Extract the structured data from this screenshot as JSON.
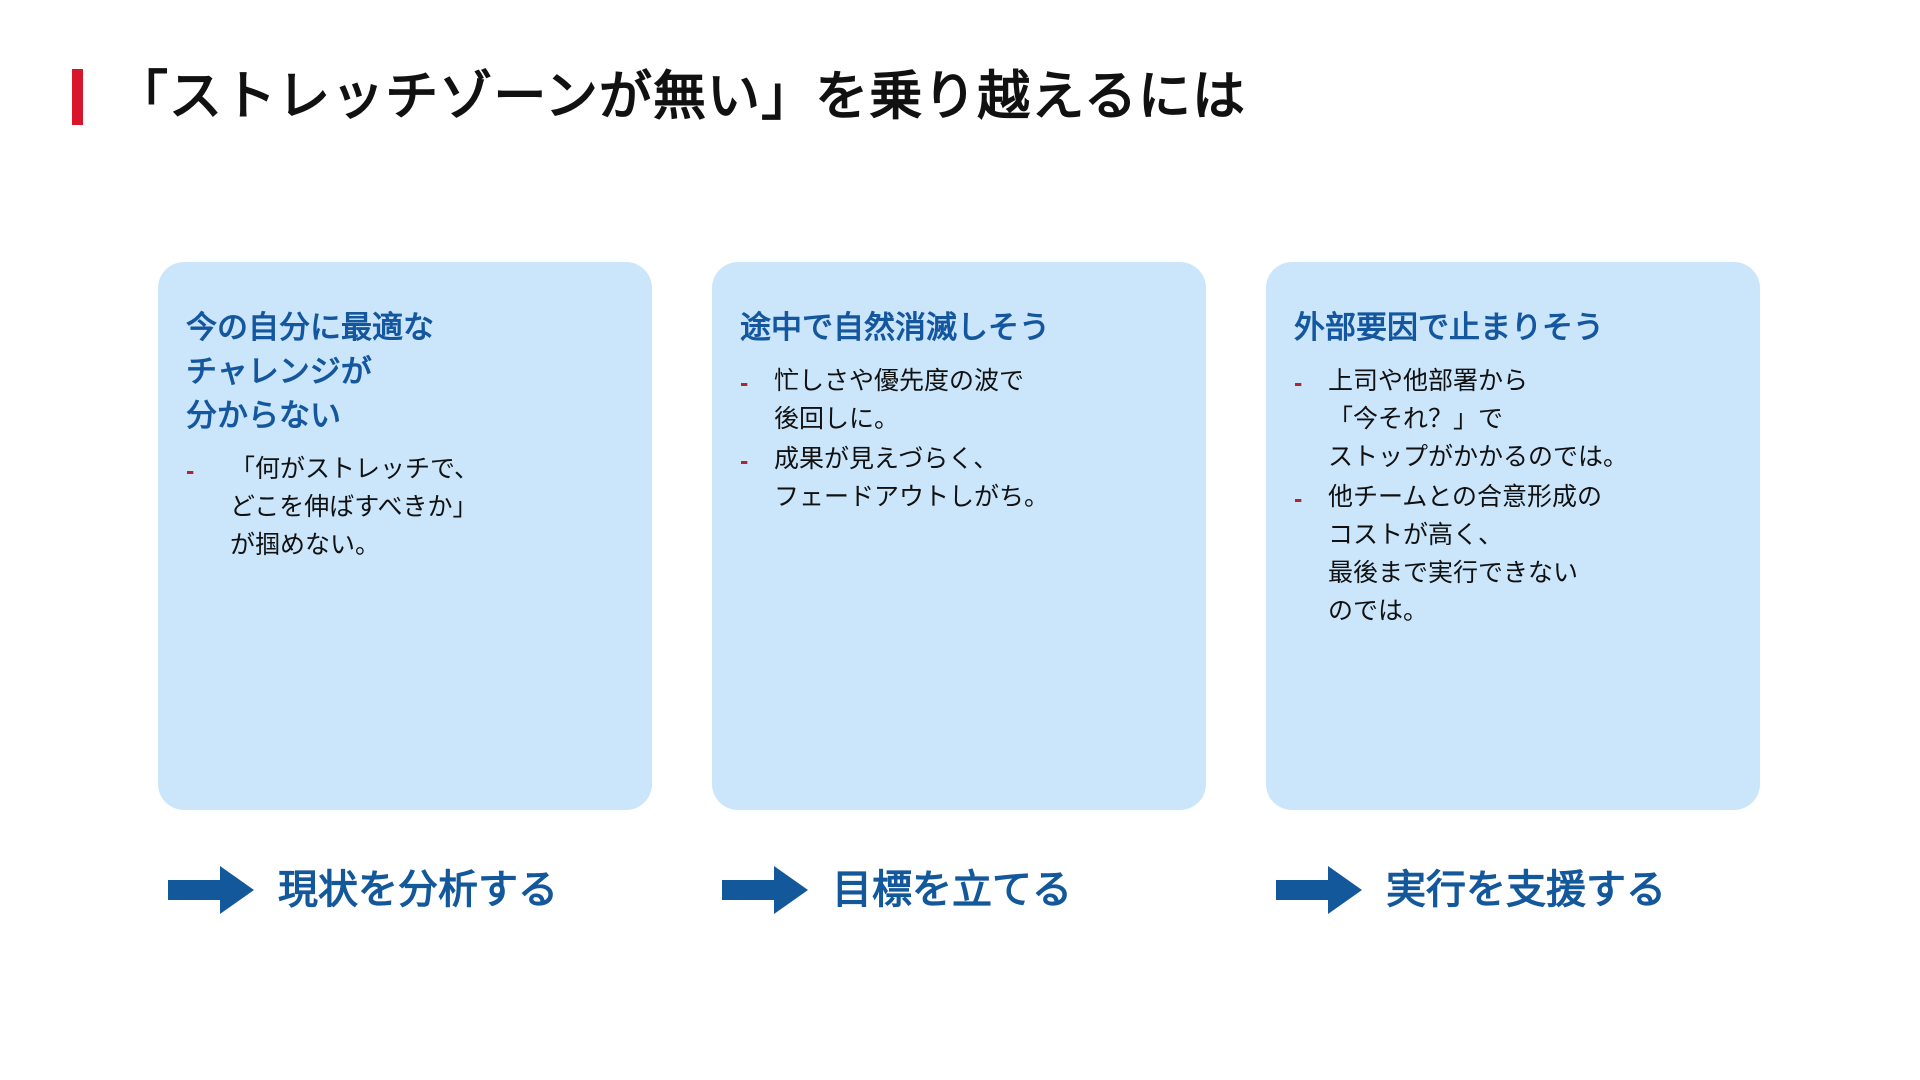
{
  "slide": {
    "title": "「ストレッチゾーンが無い」を乗り越えるには",
    "accent_bar_color": "#d8152a",
    "title_color": "#111111",
    "background_color": "#ffffff",
    "card_background_color": "#cbe6fb",
    "card_heading_color": "#15579e",
    "bullet_marker_color": "#b52230",
    "bullet_marker": "-",
    "arrow_color": "#14589c",
    "arrow_label_color": "#14589c"
  },
  "cards": [
    {
      "heading": "今の自分に最適な\nチャレンジが\n分からない",
      "bullets": [
        "「何がストレッチで、\nどこを伸ばすべきか」\nが掴めない。"
      ],
      "arrow_label": "現状を分析する",
      "arrow_icon": "right-arrow-icon"
    },
    {
      "heading": "途中で自然消滅しそう",
      "bullets": [
        "忙しさや優先度の波で\n後回しに。",
        "成果が見えづらく、\nフェードアウトしがち。"
      ],
      "arrow_label": "目標を立てる",
      "arrow_icon": "right-arrow-icon"
    },
    {
      "heading": "外部要因で止まりそう",
      "bullets": [
        "上司や他部署から\n「今それ？」で\nストップがかかるのでは。",
        "他チームとの合意形成の\nコストが高く、\n最後まで実行できない\nのでは。"
      ],
      "arrow_label": "実行を支援する",
      "arrow_icon": "right-arrow-icon"
    }
  ]
}
